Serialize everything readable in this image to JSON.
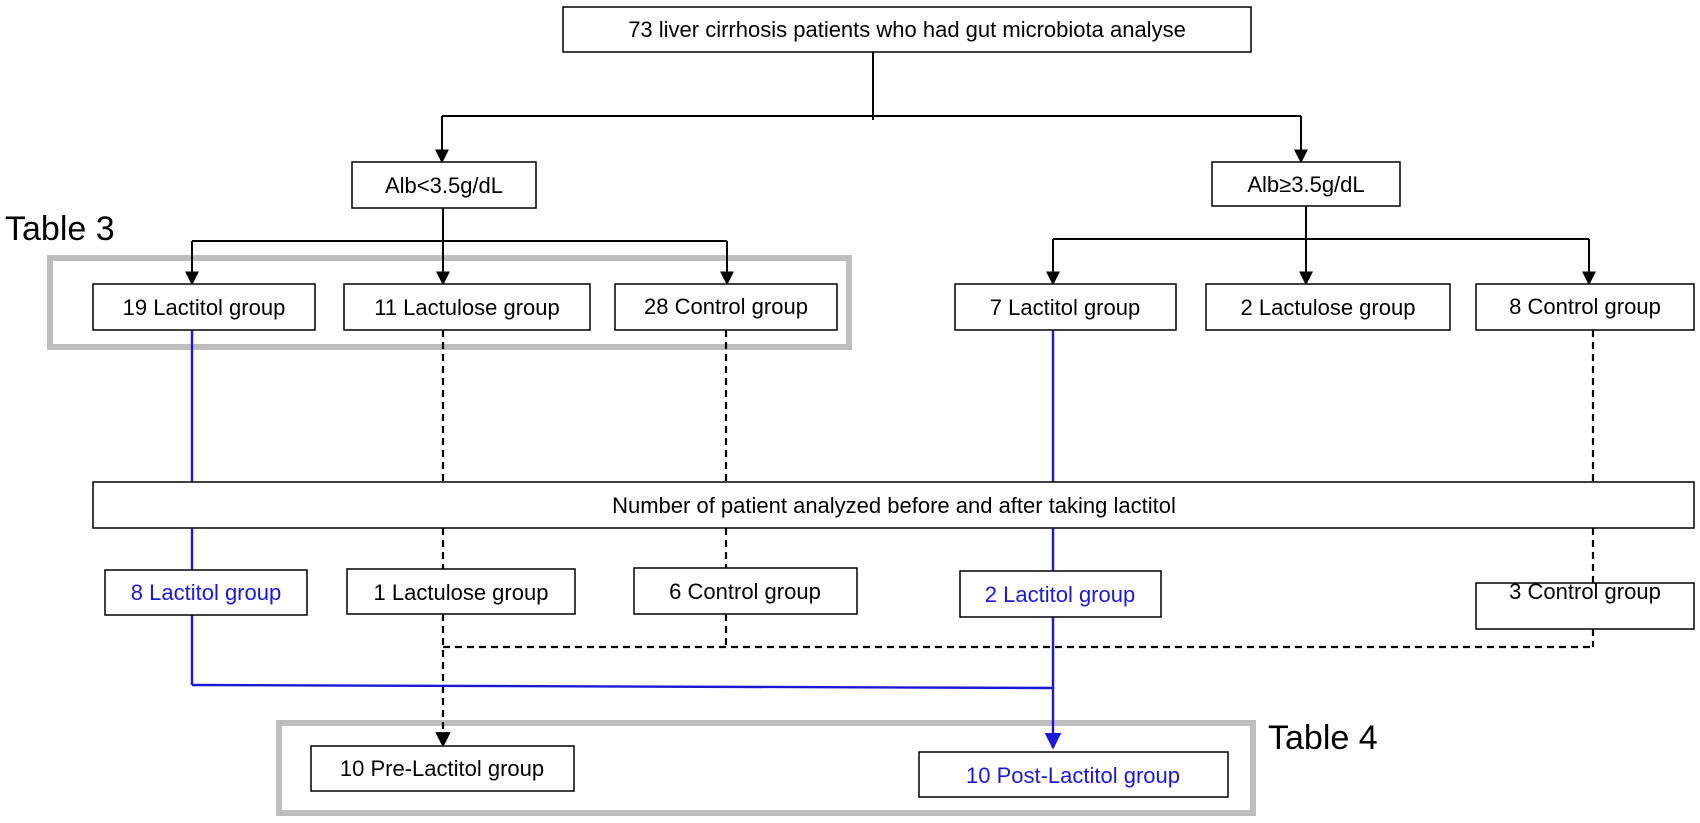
{
  "colors": {
    "box_border": "#000000",
    "highlight": "#1a1ad6",
    "group_frame": "#bdbdbd",
    "text": "#000000"
  },
  "frame_labels": {
    "table3": "Table 3",
    "table4": "Table 4"
  },
  "nodes": {
    "root": "73 liver cirrhosis patients who had gut microbiota analyse",
    "alb_low": "Alb<3.5g/dL",
    "alb_high": "Alb≥3.5g/dL",
    "low_lactitol": "19 Lactitol group",
    "low_lactulose": "11 Lactulose group",
    "low_control": "28 Control group",
    "high_lactitol": "7 Lactitol group",
    "high_lactulose": "2 Lactulose group",
    "high_control": "8 Control group",
    "analysis_bar": "Number of patient analyzed before and after taking lactitol",
    "after_low_lactitol": "8 Lactitol group",
    "after_low_lactulose": "1 Lactulose group",
    "after_low_control": "6 Control group",
    "after_high_lactitol": "2 Lactitol group",
    "after_high_control": "3 Control group",
    "pre_lactitol": "10 Pre-Lactitol group",
    "post_lactitol": "10 Post-Lactitol group"
  }
}
